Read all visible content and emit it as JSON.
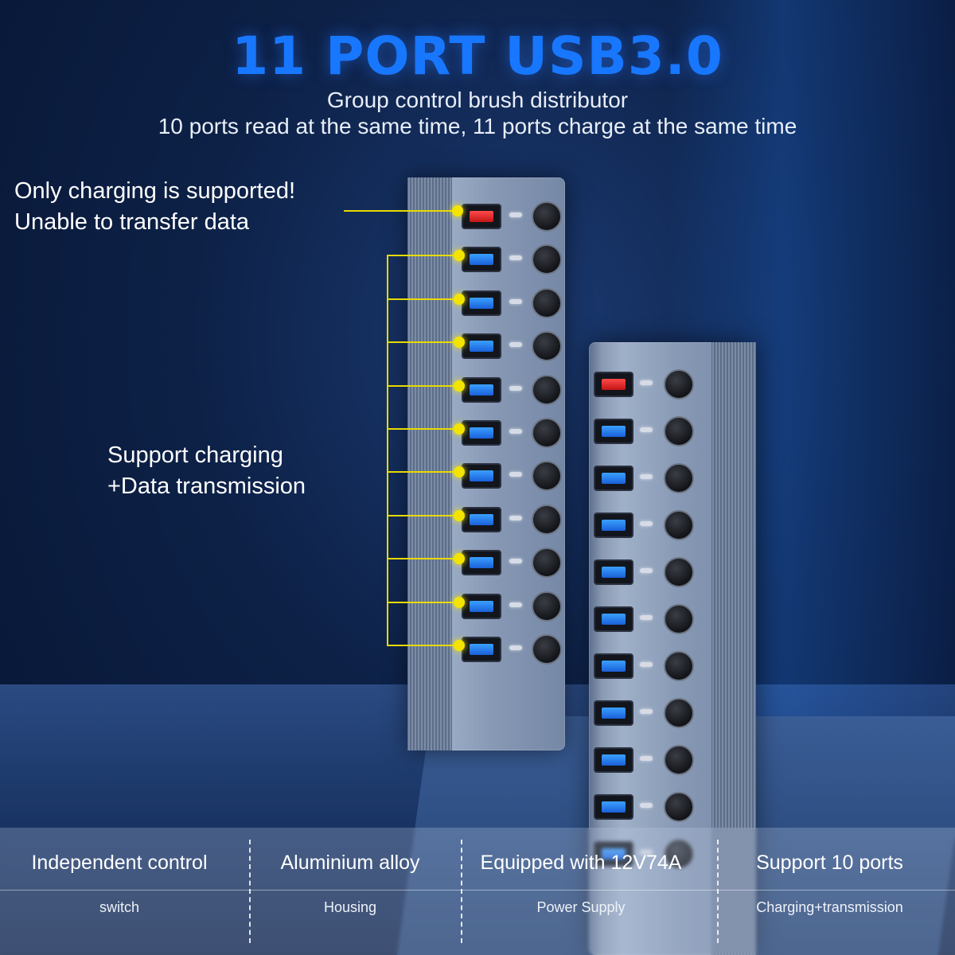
{
  "header": {
    "title": "11 PORT USB3.0",
    "subtitle_1": "Group control brush distributor",
    "subtitle_2": "10 ports read at the same time, 11 ports charge at the same time"
  },
  "callouts": {
    "charging_only_line1": "Only charging is supported!",
    "charging_only_line2": "Unable to transfer data",
    "charge_data_line1": "Support charging",
    "charge_data_line2": "+Data transmission"
  },
  "features": [
    {
      "title": "Independent control",
      "subtitle": "switch"
    },
    {
      "title": "Aluminium alloy",
      "subtitle": "Housing"
    },
    {
      "title": "Equipped with 12V74A",
      "subtitle": "Power Supply"
    },
    {
      "title": "Support 10 ports",
      "subtitle": "Charging+transmission"
    }
  ],
  "colors": {
    "accent": "#1877ff",
    "callout": "#f3e400",
    "charge_port": "#e02020",
    "data_port": "#2a80f0"
  }
}
